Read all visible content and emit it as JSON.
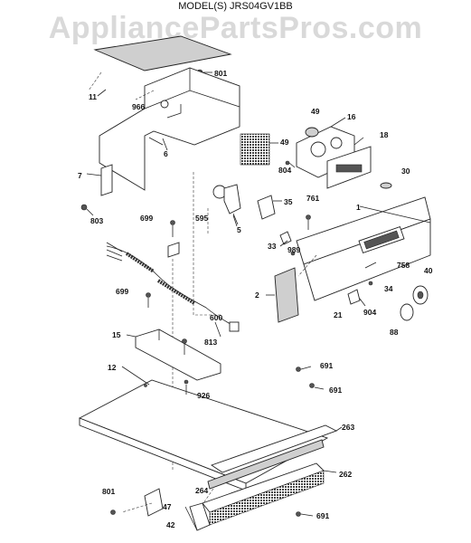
{
  "title": "MODEL(S) JRS04GV1BB",
  "watermark": "AppliancePartsPros.com",
  "callouts": {
    "c11": "11",
    "c801a": "801",
    "c966": "966",
    "c6": "6",
    "c49a": "49",
    "c16": "16",
    "c49b": "49",
    "c18": "18",
    "c804": "804",
    "c30": "30",
    "c7": "7",
    "c803": "803",
    "c35": "35",
    "c761": "761",
    "c1": "1",
    "c699a": "699",
    "c595": "595",
    "c5": "5",
    "c33": "33",
    "c989": "989",
    "c758": "758",
    "c40": "40",
    "c2": "2",
    "c34": "34",
    "c699b": "699",
    "c600": "600",
    "c21": "21",
    "c904": "904",
    "c88": "88",
    "c15": "15",
    "c813": "813",
    "c12": "12",
    "c691a": "691",
    "c691b": "691",
    "c926": "926",
    "c263": "263",
    "c262": "262",
    "c264": "264",
    "c801b": "801",
    "c47": "47",
    "c691c": "691",
    "c42": "42"
  }
}
